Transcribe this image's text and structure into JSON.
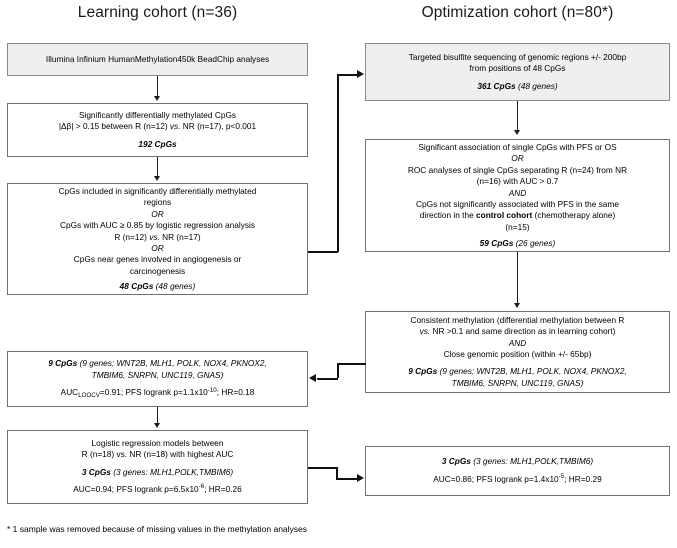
{
  "figure": {
    "columns": {
      "learning": {
        "title": "Learning cohort (n=36)"
      },
      "optimization": {
        "title": "Optimization cohort (n=80*)"
      }
    },
    "footnote": "* 1 sample was removed because of missing values in the methylation analyses",
    "learning_boxes": [
      {
        "id": "L1",
        "name": "illumina-beadchip-box",
        "lines": [
          {
            "text": "Illumina Infinium HumanMethylation450k BeadChip analyses",
            "style": "normal"
          }
        ]
      },
      {
        "id": "L2",
        "name": "significant-dmcpgs-box",
        "lines": [
          {
            "text": "Significantly differentially methylated CpGs",
            "style": "normal"
          },
          {
            "text": "|Δβ| > 0.15 between R (n=12) vs. NR (n=17), p<0.001",
            "style": "normal"
          },
          {
            "text": "",
            "style": "gap"
          },
          {
            "text": "192 CpGs",
            "style": "bold-italic"
          }
        ]
      },
      {
        "id": "L3",
        "name": "cpg-selection-criteria-box",
        "lines": [
          {
            "text": "CpGs included in significantly differentially methylated regions",
            "style": "normal"
          },
          {
            "text": "OR",
            "style": "italic"
          },
          {
            "text": "CpGs with AUC ≥ 0.85 by logistic regression analysis",
            "style": "normal"
          },
          {
            "text": "R (n=12) vs. NR (n=17)",
            "style": "normal"
          },
          {
            "text": "OR",
            "style": "italic"
          },
          {
            "text": "CpGs near genes involved in angiogenesis or carcinogenesis",
            "style": "normal"
          },
          {
            "text": "",
            "style": "gap"
          },
          {
            "text": "48 CpGs (48 genes)",
            "style": "bold-italic-mixed"
          }
        ]
      },
      {
        "id": "L4",
        "name": "nine-cpgs-learning-box",
        "lines": [
          {
            "text": "9 CpGs (9 genes: WNT2B, MLH1, POLK, NOX4, PKNOX2, TMBIM6, SNRPN, UNC119, GNAS)",
            "style": "bold-italic-mixed"
          },
          {
            "text": "",
            "style": "gap"
          },
          {
            "text": "AUC_LOOCV=0.91; PFS logrank p=1.1x10^-10; HR=0.18",
            "style": "normal"
          }
        ]
      },
      {
        "id": "L5",
        "name": "three-cpgs-learning-box",
        "lines": [
          {
            "text": "Logistic regression models between",
            "style": "normal"
          },
          {
            "text": "R (n=18) vs. NR (n=18) with highest AUC",
            "style": "normal"
          },
          {
            "text": "",
            "style": "gap"
          },
          {
            "text": "3 CpGs (3 genes: MLH1,POLK,TMBIM6)",
            "style": "bold-italic-mixed"
          },
          {
            "text": "",
            "style": "gap"
          },
          {
            "text": "AUC=0.94; PFS logrank p=6.5x10^-6; HR=0.26",
            "style": "normal"
          }
        ]
      }
    ],
    "optimization_boxes": [
      {
        "id": "R1",
        "name": "targeted-bisulfite-sequencing-box",
        "shaded": true,
        "lines": [
          {
            "text": "Targeted bisulfite sequencing of genomic regions +/- 200bp from positions of 48 CpGs",
            "style": "normal"
          },
          {
            "text": "",
            "style": "gap"
          },
          {
            "text": "361 CpGs (48 genes)",
            "style": "bold-italic-mixed"
          }
        ]
      },
      {
        "id": "R2",
        "name": "association-criteria-box",
        "shaded": false,
        "lines": [
          {
            "text": "Significant association of single CpGs with PFS or OS",
            "style": "normal"
          },
          {
            "text": "OR",
            "style": "italic"
          },
          {
            "text": "ROC analyses of single CpGs separating R (n=24) from NR (n=16) with AUC > 0.7",
            "style": "normal"
          },
          {
            "text": "AND",
            "style": "italic"
          },
          {
            "text": "CpGs not significantly associated with PFS in the same direction  in the control cohort (chemotherapy alone) (n=15)",
            "style": "normal"
          },
          {
            "text": "",
            "style": "gap"
          },
          {
            "text": "59 CpGs (26 genes)",
            "style": "bold-italic-mixed"
          }
        ]
      },
      {
        "id": "R3",
        "name": "consistent-methylation-box",
        "shaded": false,
        "lines": [
          {
            "text": "Consistent methylation (differential methylation between R vs. NR >0.1 and same direction as in learning cohort)",
            "style": "normal"
          },
          {
            "text": "AND",
            "style": "italic"
          },
          {
            "text": "Close genomic position (within +/- 65bp)",
            "style": "normal"
          },
          {
            "text": "",
            "style": "gap"
          },
          {
            "text": "9 CpGs (9 genes: WNT2B, MLH1, POLK, NOX4, PKNOX2, TMBIM6, SNRPN, UNC119, GNAS)",
            "style": "bold-italic-mixed"
          }
        ]
      },
      {
        "id": "R4",
        "name": "three-cpgs-optimization-box",
        "shaded": false,
        "lines": [
          {
            "text": "3 CpGs (3 genes: MLH1,POLK,TMBIM6)",
            "style": "bold-italic-mixed"
          },
          {
            "text": "",
            "style": "gap"
          },
          {
            "text": "AUC=0.86; PFS logrank p=1.4x10^-5; HR=0.29",
            "style": "normal"
          }
        ]
      }
    ],
    "text": {
      "L1_line1": "Illumina Infinium HumanMethylation450k BeadChip analyses",
      "L2_line1": "Significantly differentially methylated CpGs",
      "L2_line2_a": "|Δβ| > 0.15 between R (n=12) ",
      "L2_line2_vs": "vs.",
      "L2_line2_b": " NR (n=17), p<0.001",
      "L2_result": "192 CpGs",
      "L3_line1": "CpGs included in significantly differentially methylated",
      "L3_line1b": "regions",
      "L3_or1": "OR",
      "L3_line2": "CpGs with AUC ≥ 0.85 by logistic regression analysis",
      "L3_line3_a": "R (n=12) ",
      "L3_line3_vs": "vs.",
      "L3_line3_b": " NR (n=17)",
      "L3_or2": "OR",
      "L3_line4": "CpGs near genes involved in angiogenesis or",
      "L3_line4b": "carcinogenesis",
      "L3_result_bold": "48 CpGs",
      "L3_result_ital": " (48 genes)",
      "L4_bold": "9 CpGs",
      "L4_genes1": " (9 genes: WNT2B, MLH1, POLK, NOX4, PKNOX2,",
      "L4_genes2": "TMBIM6, SNRPN, UNC119, GNAS)",
      "L4_auc_pre": "AUC",
      "L4_auc_sub": "LOOCV",
      "L4_auc_post": "=0.91; PFS logrank p=1.1x10",
      "L4_auc_sup": "-10",
      "L4_auc_end": "; HR=0.18",
      "L5_line1": "Logistic regression models between",
      "L5_line2": "R (n=18) vs. NR (n=18) with highest AUC",
      "L5_bold": "3 CpGs",
      "L5_genes": " (3 genes: MLH1,POLK,TMBIM6)",
      "L5_auc_pre": "AUC=0.94; PFS logrank p=6.5x10",
      "L5_auc_sup": "-6",
      "L5_auc_end": "; HR=0.26",
      "R1_line1": "Targeted bisulfite sequencing of genomic regions +/- 200bp",
      "R1_line2": "from positions of 48 CpGs",
      "R1_bold": "361 CpGs",
      "R1_genes": " (48 genes)",
      "R2_line1": "Significant association of single CpGs with PFS or OS",
      "R2_or": "OR",
      "R2_line2": "ROC analyses of single CpGs separating R (n=24) from NR",
      "R2_line2b": "(n=16) with AUC > 0.7",
      "R2_and": "AND",
      "R2_line3": "CpGs not significantly associated with PFS in the same",
      "R2_line4_a": "direction  in the ",
      "R2_line4_bold": "control cohort",
      "R2_line4_b": " (chemotherapy alone)",
      "R2_line5": "(n=15)",
      "R2_bold": "59 CpGs",
      "R2_genes": " (26 genes)",
      "R3_line1": "Consistent methylation (differential methylation between R",
      "R3_line2_vs": "vs.",
      "R3_line2_b": " NR >0.1 and same direction as in learning cohort)",
      "R3_and": "AND",
      "R3_line3": "Close genomic position (within +/- 65bp)",
      "R3_bold": "9 CpGs",
      "R3_genes1": " (9 genes: WNT2B, MLH1, POLK, NOX4, PKNOX2,",
      "R3_genes2": "TMBIM6, SNRPN, UNC119, GNAS)",
      "R4_bold": "3 CpGs",
      "R4_genes": " (3 genes: MLH1,POLK,TMBIM6)",
      "R4_auc_pre": "AUC=0.86; PFS logrank p=1.4x10",
      "R4_auc_sup": "-5",
      "R4_auc_end": "; HR=0.29"
    },
    "colors": {
      "box_border": "#6f6f6f",
      "shaded_fill": "#efefef",
      "connector": "#111111",
      "text": "#000000"
    }
  }
}
